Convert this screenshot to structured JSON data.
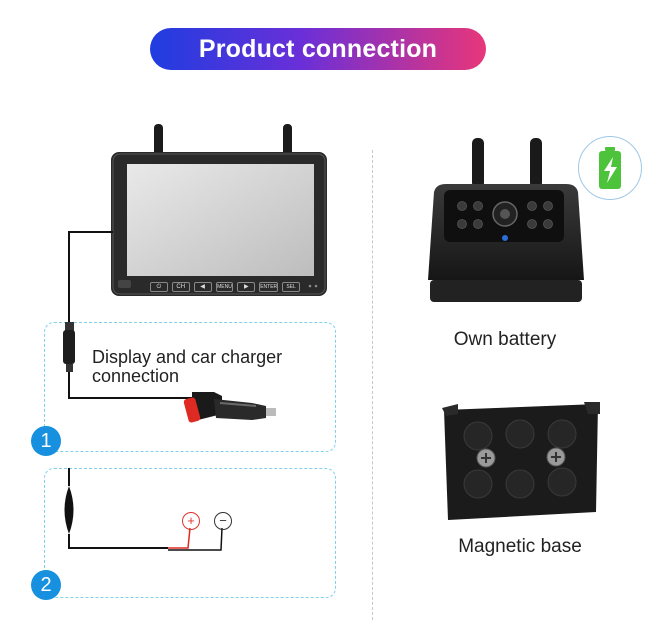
{
  "header": {
    "title": "Product connection method"
  },
  "left": {
    "step1": {
      "number": "1",
      "line1": "Display and car charger",
      "line2": "connection"
    },
    "step2": {
      "number": "2",
      "plus": "+",
      "minus": "−"
    },
    "monitor_buttons": [
      "⏻",
      "CH",
      "◀",
      "MENU",
      "▶",
      "ENTER",
      "SEL"
    ]
  },
  "right": {
    "camera_caption": "Own battery",
    "base_caption": "Magnetic base"
  },
  "colors": {
    "title_start": "#1f3de0",
    "title_end": "#e8367a",
    "badge": "#1791df",
    "dashed_border": "#7fd0ec",
    "battery_green": "#4cc33a",
    "plus_red": "#e0342f"
  },
  "icons": [
    "battery-charging-icon",
    "power-icon",
    "screw-icon"
  ]
}
